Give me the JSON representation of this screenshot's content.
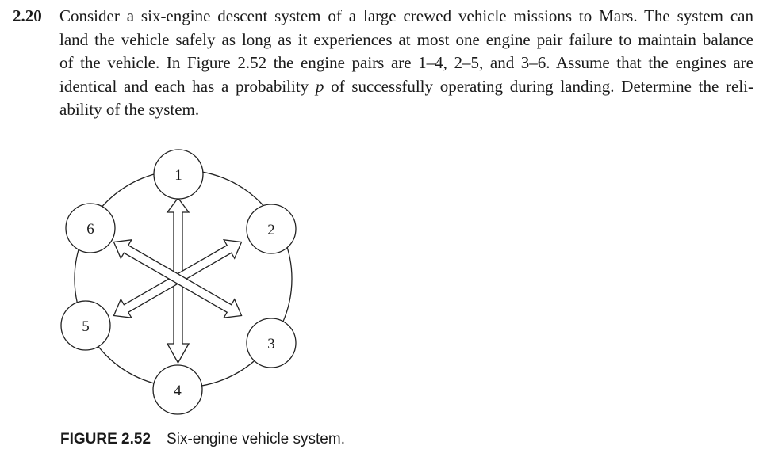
{
  "problem": {
    "number": "2.20",
    "lines": [
      "Consider a six-engine descent system of a large crewed vehicle missions to Mars. The system can",
      "land the vehicle safely as long as it experiences at most one engine pair failure to maintain balance",
      "of the vehicle. In Figure 2.52 the engine pairs are 1–4, 2–5, and 3–6. Assume that the engines are"
    ],
    "line4_before": "identical and each has a probability ",
    "line4_var": "p",
    "line4_after": " of successfully operating during landing. Determine the reli-",
    "line5": "ability of the system."
  },
  "figure": {
    "engines": [
      {
        "label": "1"
      },
      {
        "label": "2"
      },
      {
        "label": "3"
      },
      {
        "label": "4"
      },
      {
        "label": "5"
      },
      {
        "label": "6"
      }
    ],
    "caption_label": "FIGURE 2.52",
    "caption_text": "Six-engine vehicle system."
  }
}
